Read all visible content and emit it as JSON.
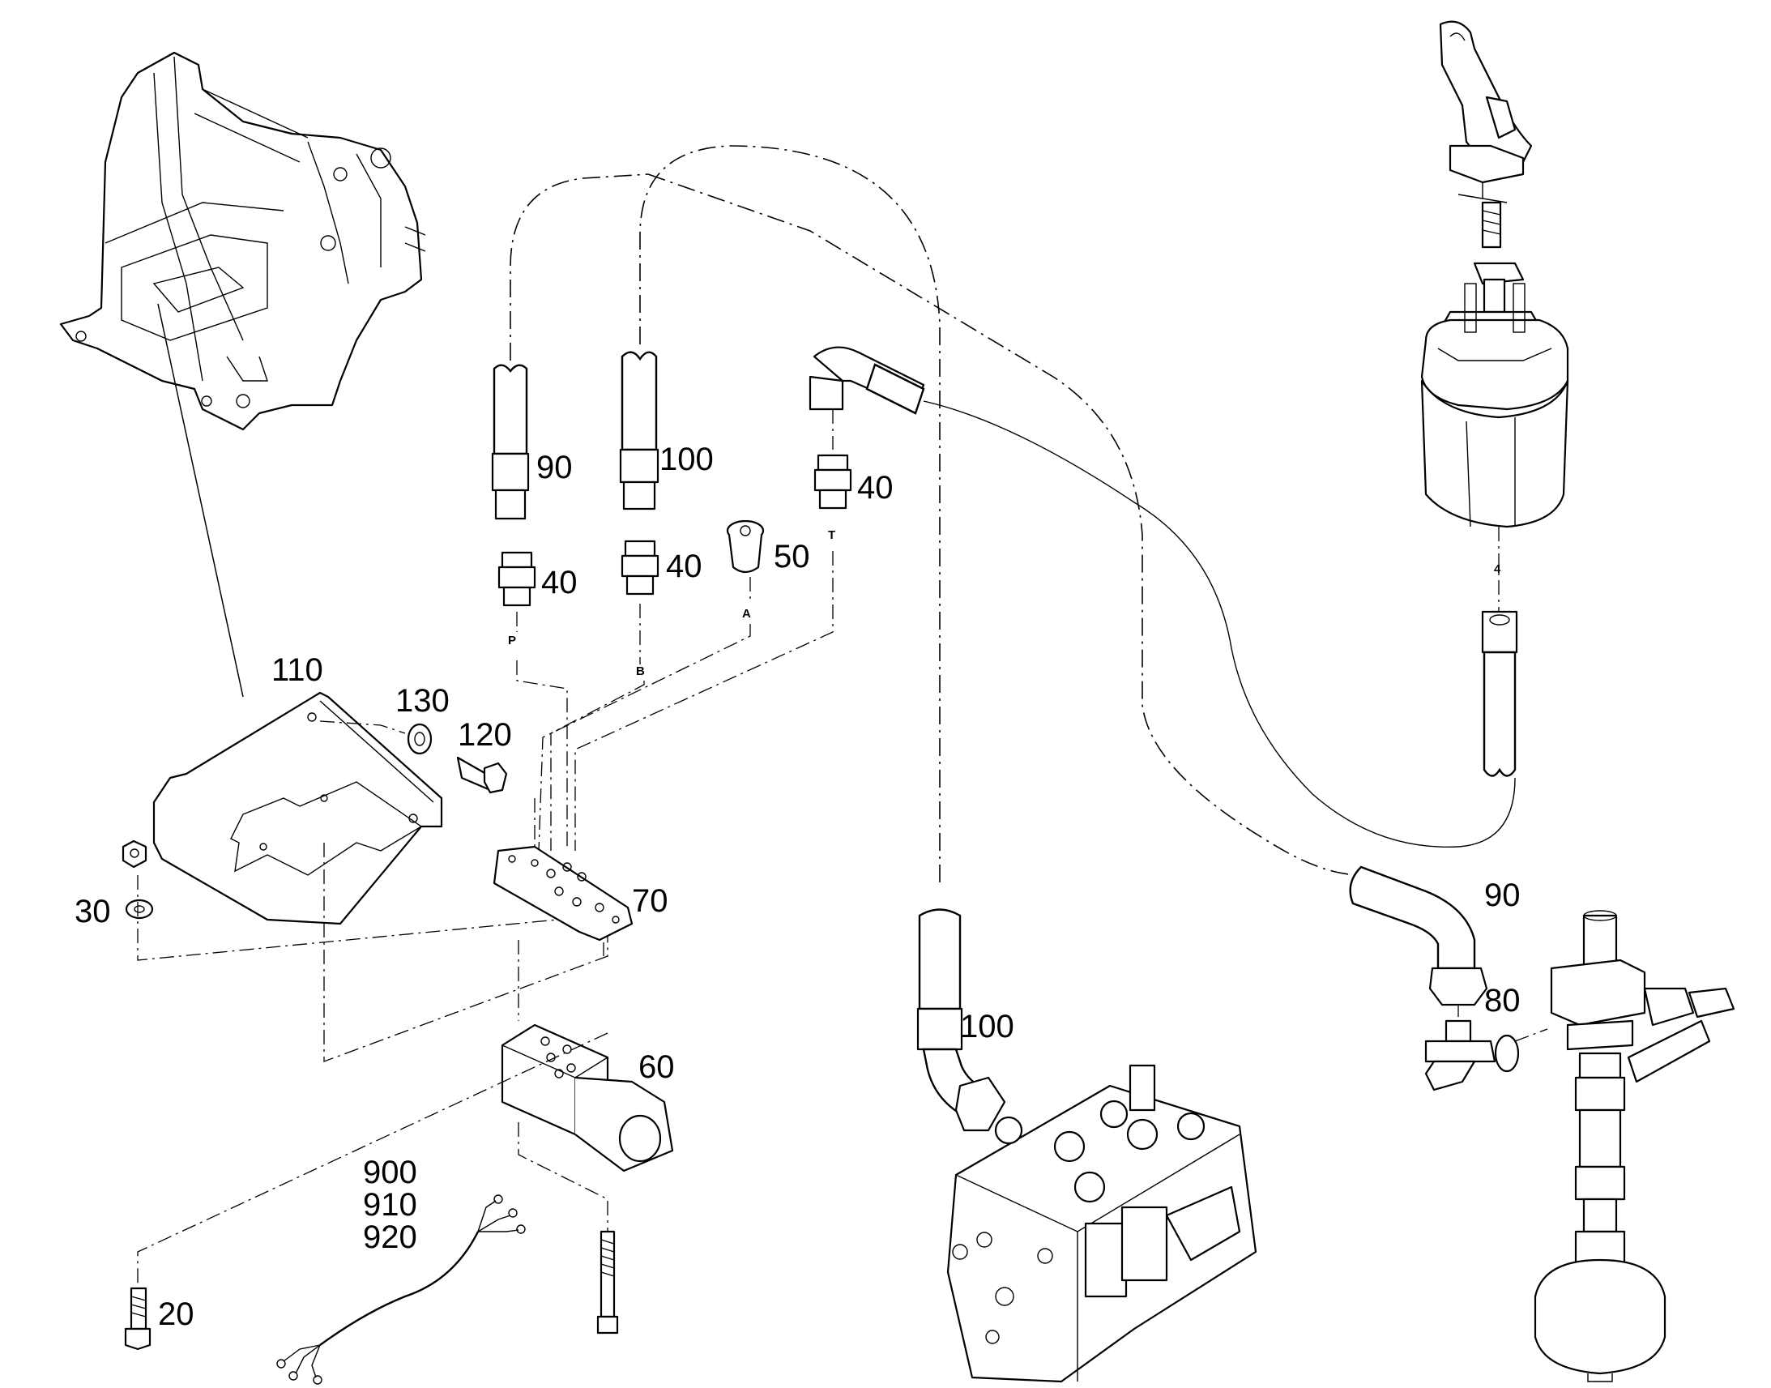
{
  "callouts": {
    "c110": "110",
    "c130": "130",
    "c120": "120",
    "c30": "30",
    "c90_left": "90",
    "c100_left": "100",
    "c40_top_right": "40",
    "c40_left": "40",
    "c40_mid": "40",
    "c50": "50",
    "c70": "70",
    "c60": "60",
    "c900": "900",
    "c910": "910",
    "c920": "920",
    "c20": "20",
    "c100_bottom": "100",
    "c90_right": "90",
    "c80": "80"
  },
  "port_labels": {
    "p": "P",
    "b": "B",
    "a": "A",
    "t": "T",
    "four": "4"
  }
}
